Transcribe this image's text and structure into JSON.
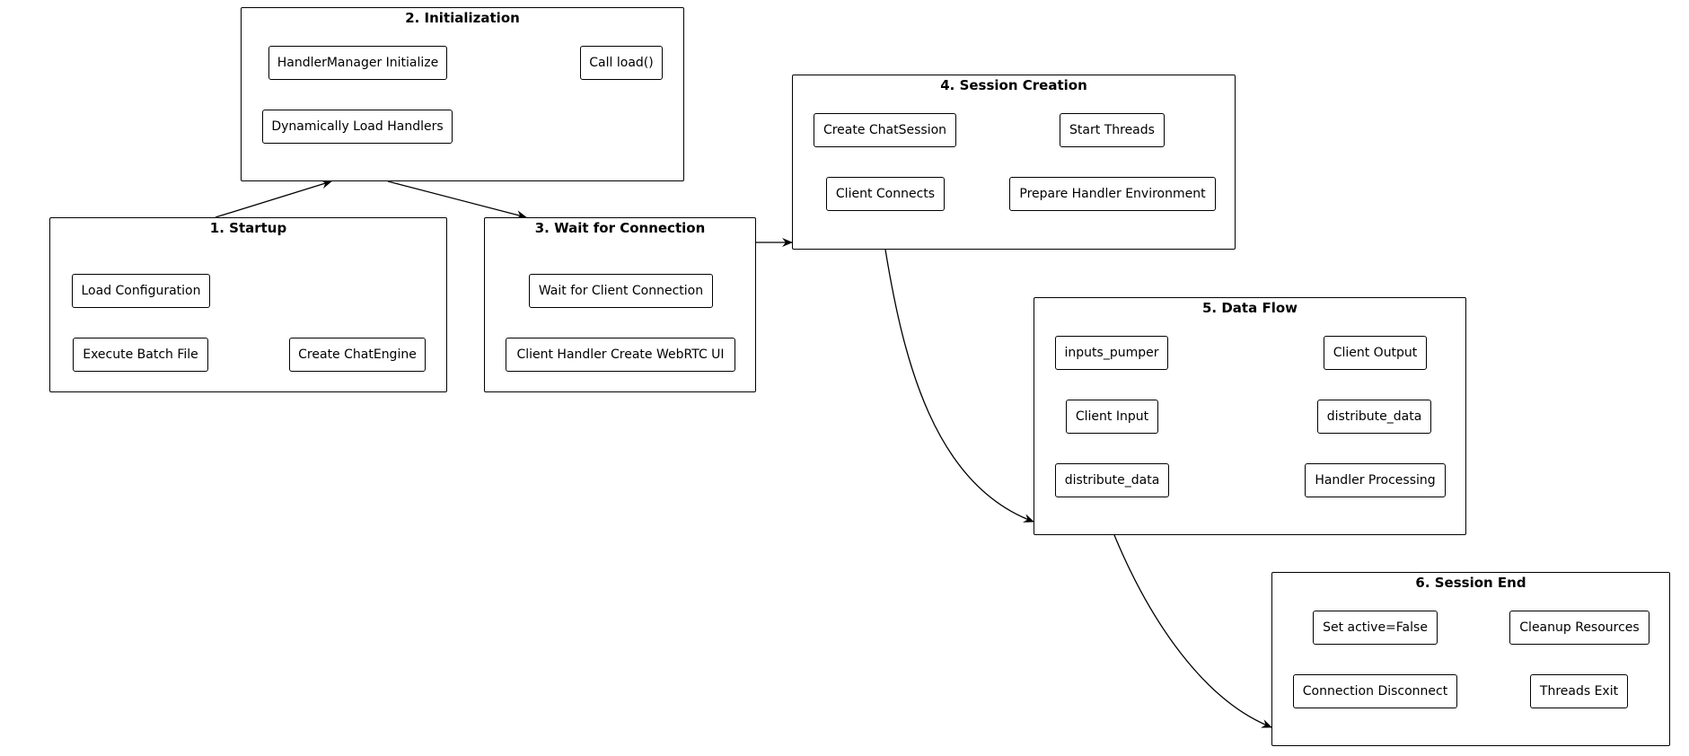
{
  "diagram": {
    "groups": [
      {
        "id": "startup",
        "title": "1. Startup",
        "nodes": [
          "Load Configuration",
          "Execute Batch File",
          "Create ChatEngine"
        ]
      },
      {
        "id": "initialization",
        "title": "2. Initialization",
        "nodes": [
          "HandlerManager Initialize",
          "Call load()",
          "Dynamically Load Handlers"
        ]
      },
      {
        "id": "wait",
        "title": "3. Wait for Connection",
        "nodes": [
          "Wait for Client Connection",
          "Client Handler Create WebRTC UI"
        ]
      },
      {
        "id": "session-creation",
        "title": "4. Session Creation",
        "nodes": [
          "Create ChatSession",
          "Start Threads",
          "Client Connects",
          "Prepare Handler Environment"
        ]
      },
      {
        "id": "data-flow",
        "title": "5. Data Flow",
        "nodes": [
          "inputs_pumper",
          "Client Output",
          "Client Input",
          "distribute_data",
          "distribute_data",
          "Handler Processing"
        ]
      },
      {
        "id": "session-end",
        "title": "6. Session End",
        "nodes": [
          "Set active=False",
          "Cleanup Resources",
          "Connection Disconnect",
          "Threads Exit"
        ]
      }
    ],
    "edges": [
      {
        "from": "startup",
        "to": "initialization"
      },
      {
        "from": "initialization",
        "to": "wait"
      },
      {
        "from": "wait",
        "to": "session-creation"
      },
      {
        "from": "session-creation",
        "to": "data-flow"
      },
      {
        "from": "data-flow",
        "to": "session-end"
      }
    ]
  }
}
